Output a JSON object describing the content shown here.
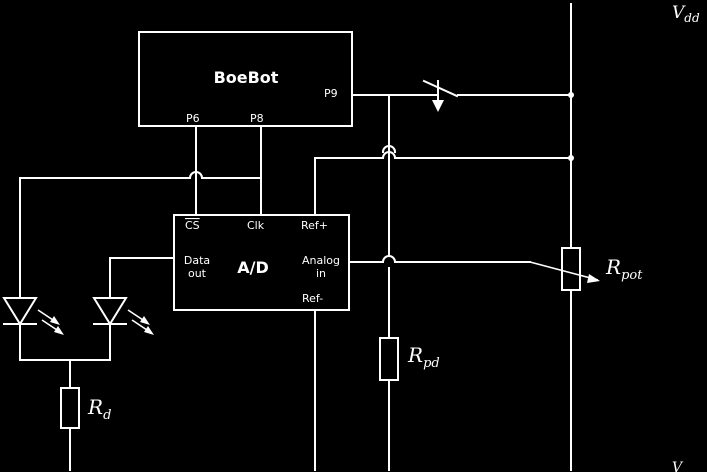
{
  "colors": {
    "background": "#000000",
    "foreground": "#ffffff"
  },
  "labels": {
    "supply_top": "V",
    "supply_top_sub": "dd",
    "supply_bottom": "V",
    "microcontroller": "BoeBot",
    "pin_p9": "P9",
    "pin_p6": "P6",
    "pin_p8": "P8",
    "adc_name": "A/D",
    "adc_cs": "CS",
    "adc_clk": "Clk",
    "adc_ref_plus": "Ref+",
    "adc_data_line1": "Data",
    "adc_data_line2": "out",
    "adc_analog_line1": "Analog",
    "adc_analog_line2": "in",
    "adc_ref_minus": "Ref-",
    "r_pot": "R",
    "r_pot_sub": "pot",
    "r_pd": "R",
    "r_pd_sub": "pd",
    "r_d": "R",
    "r_d_sub": "d"
  },
  "icons": {
    "led_left": "led-icon",
    "led_right": "led-icon",
    "switch": "switch-icon",
    "potentiometer": "potentiometer-icon"
  }
}
